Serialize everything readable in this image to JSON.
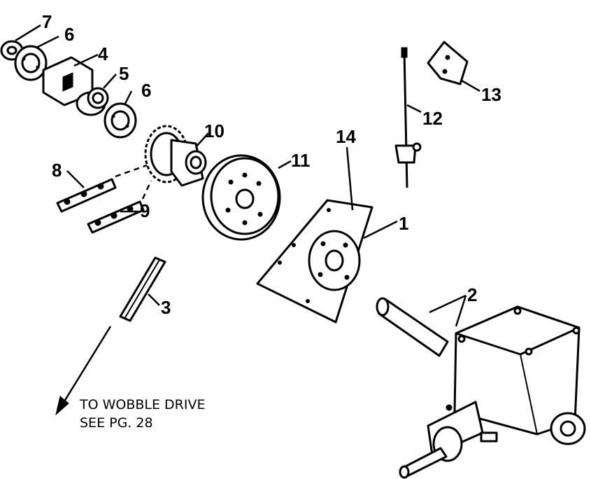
{
  "callouts": {
    "c1": "1",
    "c2": "2",
    "c3": "3",
    "c4": "4",
    "c5": "5",
    "c6a": "6",
    "c6b": "6",
    "c7": "7",
    "c8": "8",
    "c9": "9",
    "c10": "10",
    "c11": "11",
    "c12": "12",
    "c13": "13",
    "c14": "14"
  },
  "note": {
    "line1": "TO WOBBLE DRIVE",
    "line2": "SEE PG. 28"
  },
  "colors": {
    "ink": "#000000",
    "paper": "#ffffff"
  }
}
